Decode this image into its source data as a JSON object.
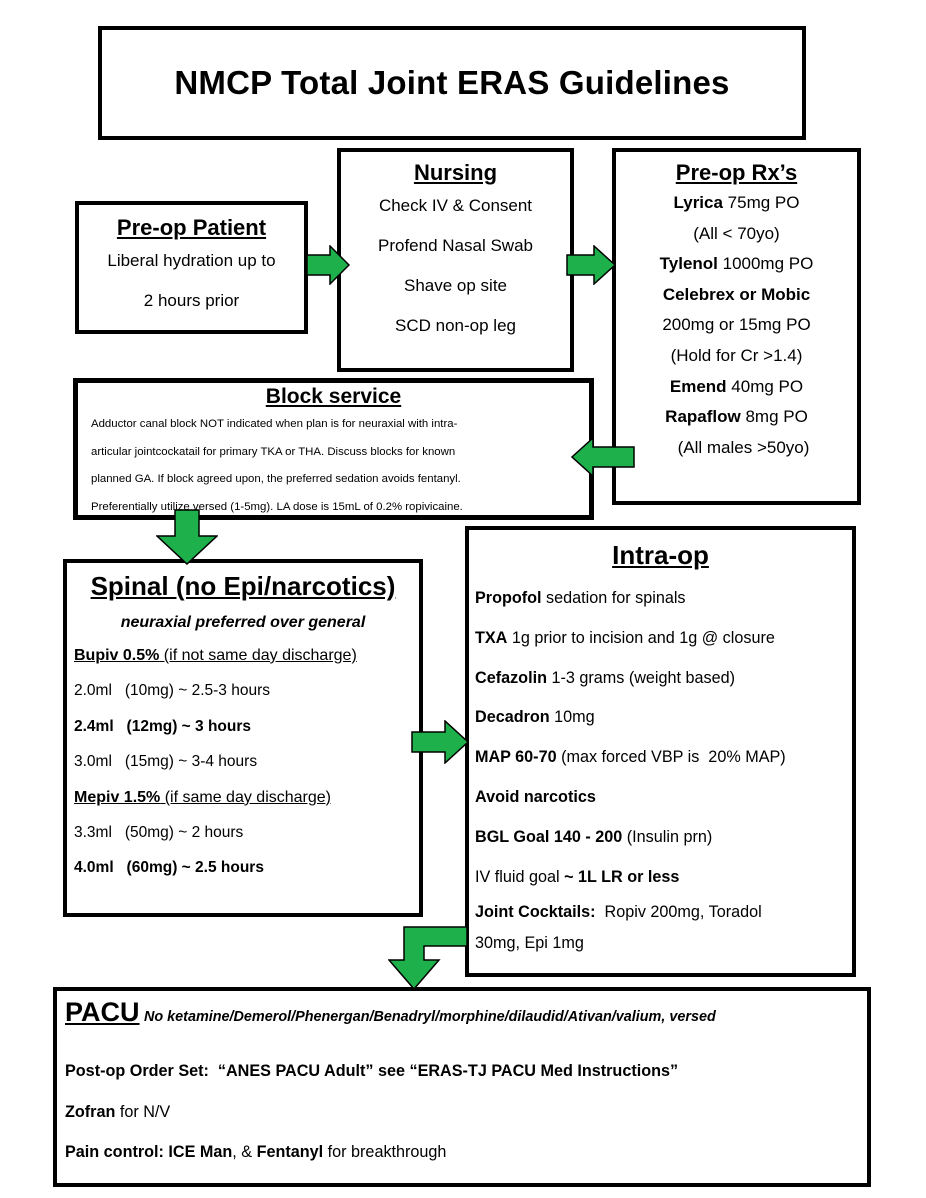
{
  "title": "NMCP Total Joint ERAS Guidelines",
  "preop_patient": {
    "heading": "Pre-op Patient",
    "line1": "Liberal hydration up to",
    "line2": "2 hours prior"
  },
  "nursing": {
    "heading": "Nursing",
    "items": [
      "Check IV & Consent",
      "Profend Nasal Swab",
      "Shave op site",
      "SCD non-op leg"
    ]
  },
  "preop_rx": {
    "heading": "Pre-op Rx’s",
    "lyrica_bold": "Lyrica",
    "lyrica_rest": " 75mg PO",
    "lyrica_note": "(All < 70yo)",
    "tylenol_bold": "Tylenol",
    "tylenol_rest": " 1000mg PO",
    "celebrex_bold": "Celebrex or Mobic",
    "celebrex_dose": "200mg or 15mg PO",
    "celebrex_note": "(Hold for Cr >1.4)",
    "emend_bold": "Emend",
    "emend_rest": " 40mg PO",
    "rapaflow_bold": "Rapaflow",
    "rapaflow_rest": " 8mg PO",
    "rapaflow_note": "(All males >50yo)"
  },
  "block_service": {
    "heading": "Block service",
    "lines": [
      "Adductor canal block NOT indicated when plan is for neuraxial with intra-",
      "articular jointcockatail for primary TKA or THA. Discuss blocks for known",
      "planned GA. If block agreed upon, the preferred sedation avoids fentanyl.",
      "Preferentially utilize versed (1-5mg). LA dose is 15mL of 0.2% ropivicaine."
    ]
  },
  "spinal": {
    "heading": "Spinal (no Epi/narcotics)",
    "subheading": "neuraxial preferred over general",
    "bupiv_bold": "Bupiv 0.5%",
    "bupiv_rest": " (if not same day discharge)",
    "bupiv_rows": [
      {
        "text": "2.0ml   (10mg) ~ 2.5-3 hours",
        "bold": false
      },
      {
        "text": "2.4ml   (12mg) ~ 3 hours",
        "bold": true
      },
      {
        "text": "3.0ml   (15mg) ~ 3-4 hours",
        "bold": false
      }
    ],
    "mepiv_bold": "Mepiv 1.5%",
    "mepiv_rest": " (if same day discharge)",
    "mepiv_rows": [
      {
        "text": "3.3ml   (50mg) ~ 2 hours",
        "bold": false
      },
      {
        "text": "4.0ml   (60mg) ~ 2.5 hours",
        "bold": true
      }
    ]
  },
  "intra_op": {
    "heading": "Intra-op",
    "propofol_bold": "Propofol",
    "propofol_rest": " sedation for spinals",
    "txa_bold": "TXA",
    "txa_rest": " 1g prior to incision and 1g @ closure",
    "cefazolin_bold": "Cefazolin",
    "cefazolin_rest": " 1-3 grams (weight based)",
    "decadron_bold": "Decadron",
    "decadron_rest": " 10mg",
    "map_bold": "MAP 60-70",
    "map_rest": " (max forced VBP is  20% MAP)",
    "avoid": "Avoid narcotics",
    "bgl_bold": "BGL Goal 140 - 200",
    "bgl_rest": " (Insulin prn)",
    "iv_plain": "IV fluid goal ",
    "iv_bold": "~ 1L LR or less",
    "joint_bold": "Joint Cocktails:",
    "joint_rest": "  Ropiv 200mg, Toradol",
    "joint_line2": "30mg, Epi 1mg"
  },
  "pacu": {
    "heading": "PACU",
    "no_list": "No ketamine/Demerol/Phenergan/Benadryl/morphine/dilaudid/Ativan/valium, versed",
    "order_set": "Post-op Order Set:  “ANES PACU Adult” see “ERAS-TJ PACU Med Instructions”",
    "zofran_bold": "Zofran",
    "zofran_rest": " for N/V",
    "pain_bold1": "Pain control: ICE Man",
    "pain_mid": ", & ",
    "pain_bold2": "Fentanyl",
    "pain_rest": " for breakthrough"
  },
  "colors": {
    "arrow_fill": "#1eb04b",
    "border": "#000000"
  }
}
